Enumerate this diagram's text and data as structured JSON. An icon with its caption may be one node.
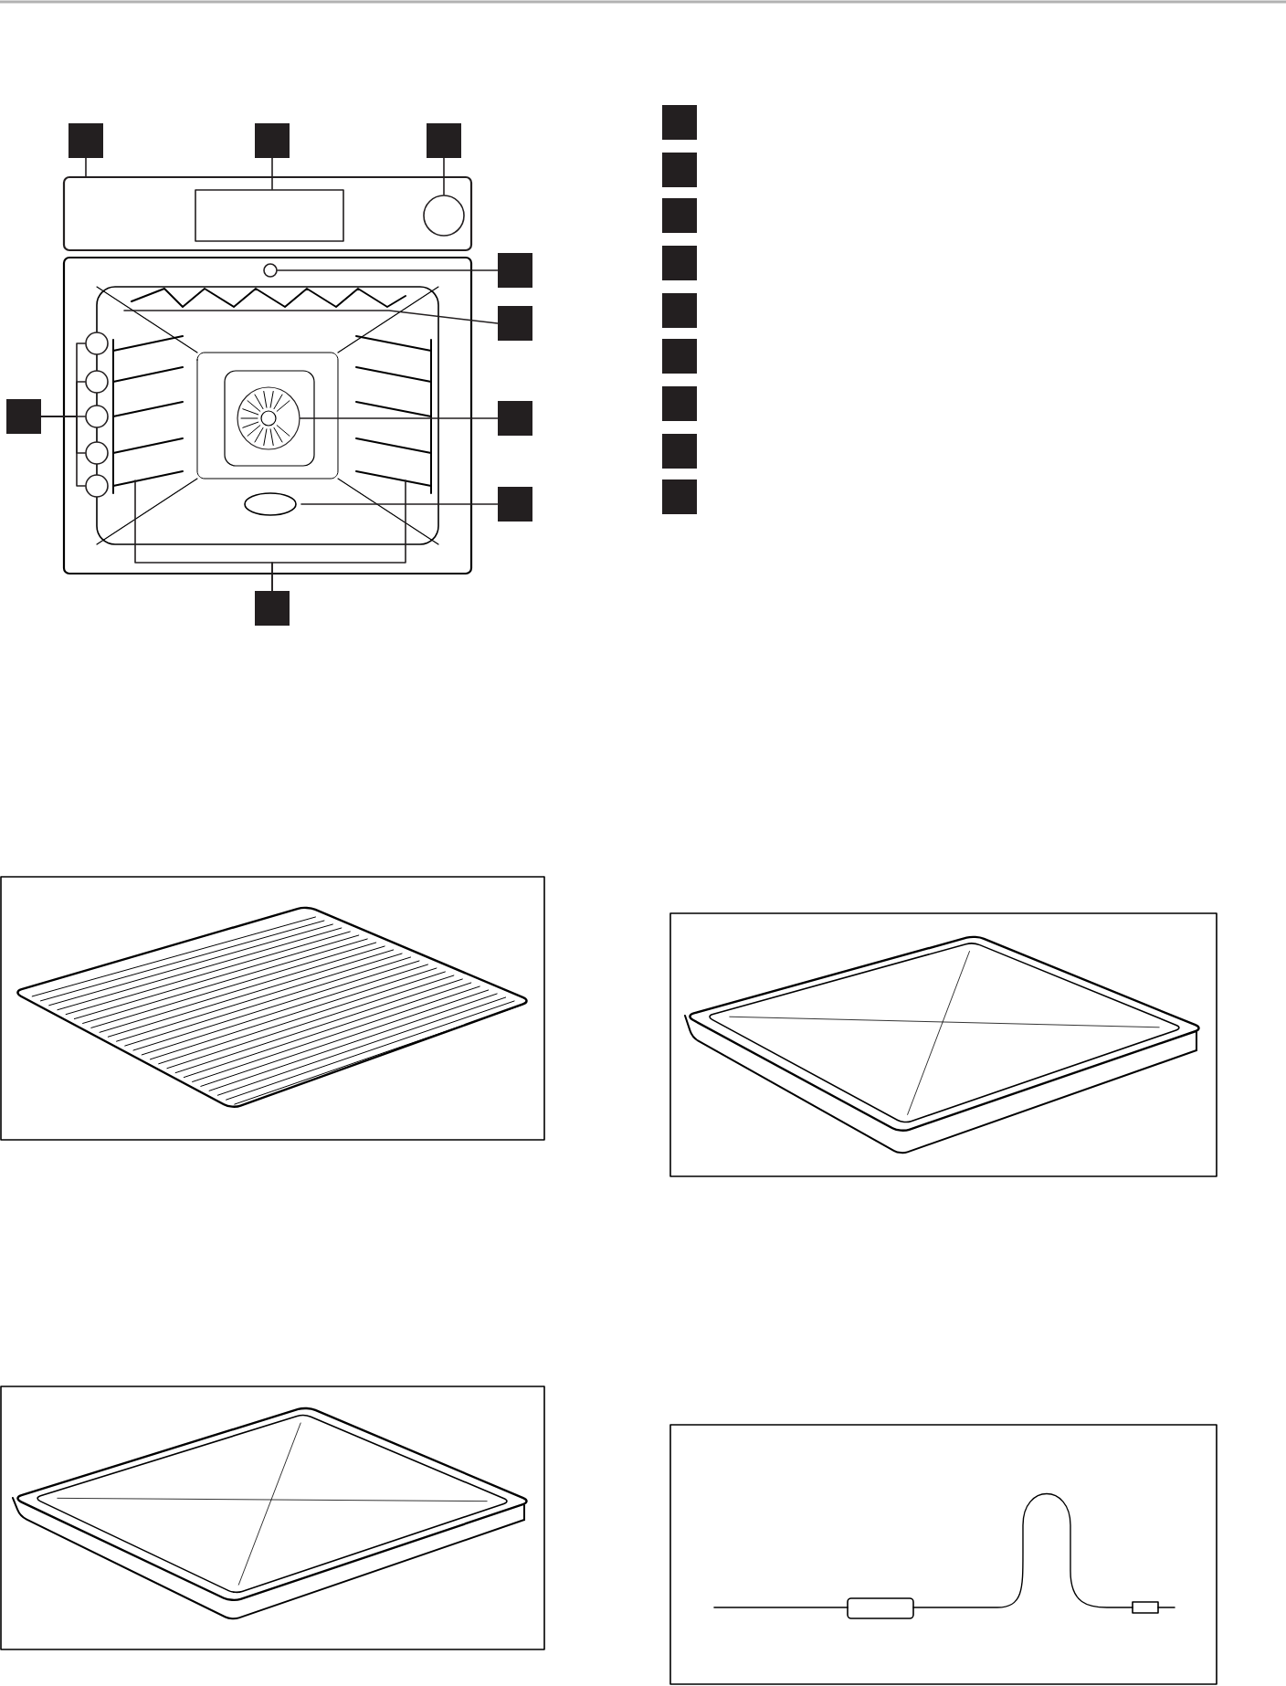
{
  "diagram": {
    "nodes": [
      {
        "text": [],
        "shape": "box"
      },
      {
        "text": [],
        "shape": "box"
      },
      {
        "text": [],
        "shape": "box"
      },
      {
        "text": [],
        "shape": "box"
      },
      {
        "text": [],
        "shape": "box"
      },
      {
        "text": [],
        "shape": "box"
      },
      {
        "text": [],
        "shape": "box"
      },
      {
        "text": [],
        "shape": "box"
      },
      {
        "text": [],
        "shape": "box"
      },
      {
        "text": [],
        "shape": "circle"
      },
      {
        "text": [],
        "shape": "circle"
      },
      {
        "text": [],
        "shape": "circle"
      },
      {
        "text": [],
        "shape": "circle"
      },
      {
        "text": [],
        "shape": "circle"
      },
      {
        "text": [],
        "shape": "box"
      },
      {
        "text": [],
        "shape": "box"
      },
      {
        "text": [],
        "shape": "box"
      },
      {
        "text": [],
        "shape": "box"
      },
      {
        "text": [],
        "shape": "box"
      },
      {
        "text": [],
        "shape": "box"
      },
      {
        "text": [],
        "shape": "box"
      },
      {
        "text": [],
        "shape": "box"
      },
      {
        "text": [],
        "shape": "box"
      },
      {
        "text": [],
        "shape": "box"
      },
      {
        "text": [],
        "shape": "circle"
      },
      {
        "text": [],
        "shape": "box",
        "in": 23
      },
      {
        "text": [],
        "shape": "circle",
        "in": 23
      },
      {
        "text": [],
        "shape": "circle"
      }
    ],
    "edges": [
      {
        "from": 0,
        "to": 23,
        "arrow": "none"
      },
      {
        "from": 1,
        "to": 25,
        "arrow": "none"
      },
      {
        "from": 2,
        "to": 26,
        "arrow": "none"
      },
      {
        "from": 3,
        "to": 27,
        "arrow": "none"
      },
      {
        "from": 4,
        "to": null,
        "arrow": "none"
      },
      {
        "from": 5,
        "to": 24,
        "arrow": "none"
      },
      {
        "from": 6,
        "to": null,
        "arrow": "none"
      },
      {
        "from": 7,
        "to": null,
        "arrow": "none"
      },
      {
        "from": 7,
        "to": null,
        "arrow": "none"
      },
      {
        "from": 8,
        "to": 9,
        "arrow": "none"
      },
      {
        "from": 8,
        "to": 10,
        "arrow": "none"
      },
      {
        "from": 8,
        "to": 11,
        "arrow": "none"
      },
      {
        "from": 8,
        "to": 12,
        "arrow": "none"
      },
      {
        "from": 8,
        "to": 13,
        "arrow": "none"
      }
    ]
  }
}
